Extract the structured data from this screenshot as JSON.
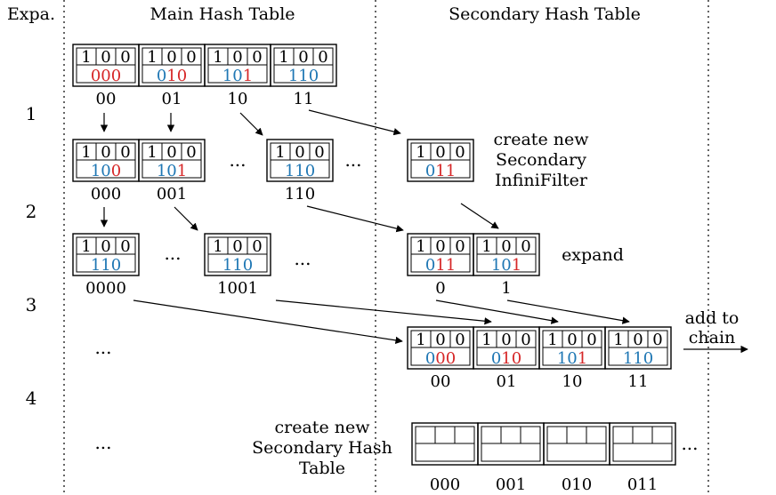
{
  "headers": {
    "expansion": "Expa.",
    "main": "Main Hash Table",
    "secondary": "Secondary Hash Table"
  },
  "expansion_numbers": [
    "1",
    "2",
    "3",
    "4"
  ],
  "ellipsis": "...",
  "blue_color": "#1f77b4",
  "red_color": "#d62728",
  "main_table": {
    "row1": {
      "slots": [
        {
          "bits": [
            "1",
            "0",
            "0"
          ],
          "blue": "",
          "red": "000",
          "label": "00"
        },
        {
          "bits": [
            "1",
            "0",
            "0"
          ],
          "blue": "0",
          "red": "10",
          "label": "01"
        },
        {
          "bits": [
            "1",
            "0",
            "0"
          ],
          "blue": "10",
          "red": "1",
          "label": "10"
        },
        {
          "bits": [
            "1",
            "0",
            "0"
          ],
          "blue": "110",
          "red": "",
          "label": "11"
        }
      ]
    },
    "row2": {
      "slots": [
        {
          "bits": [
            "1",
            "0",
            "0"
          ],
          "blue": "10",
          "red": "0",
          "label": "000"
        },
        {
          "bits": [
            "1",
            "0",
            "0"
          ],
          "blue": "10",
          "red": "1",
          "label": "001"
        },
        {
          "bits": [
            "1",
            "0",
            "0"
          ],
          "blue": "110",
          "red": "",
          "label": "110"
        }
      ]
    },
    "row3": {
      "slots": [
        {
          "bits": [
            "1",
            "0",
            "0"
          ],
          "blue": "110",
          "red": "",
          "label": "0000"
        },
        {
          "bits": [
            "1",
            "0",
            "0"
          ],
          "blue": "110",
          "red": "",
          "label": "1001"
        }
      ]
    }
  },
  "secondary_table": {
    "new_filter": {
      "bits": [
        "1",
        "0",
        "0"
      ],
      "blue": "0",
      "red": "11",
      "note": [
        "create new",
        "Secondary",
        "InfiniFilter"
      ]
    },
    "expanded": {
      "slots": [
        {
          "bits": [
            "1",
            "0",
            "0"
          ],
          "blue": "0",
          "red": "11",
          "label": "0"
        },
        {
          "bits": [
            "1",
            "0",
            "0"
          ],
          "blue": "10",
          "red": "1",
          "label": "1"
        }
      ],
      "note": "expand"
    },
    "chain": {
      "slots": [
        {
          "bits": [
            "1",
            "0",
            "0"
          ],
          "blue": "0",
          "red": "00",
          "label": "00"
        },
        {
          "bits": [
            "1",
            "0",
            "0"
          ],
          "blue": "0",
          "red": "10",
          "label": "01"
        },
        {
          "bits": [
            "1",
            "0",
            "0"
          ],
          "blue": "10",
          "red": "1",
          "label": "10"
        },
        {
          "bits": [
            "1",
            "0",
            "0"
          ],
          "blue": "110",
          "red": "",
          "label": "11"
        }
      ],
      "note": [
        "add to",
        "chain"
      ]
    },
    "new_table": {
      "labels": [
        "000",
        "001",
        "010",
        "011"
      ],
      "note": [
        "create new",
        "Secondary Hash",
        "Table"
      ]
    }
  }
}
